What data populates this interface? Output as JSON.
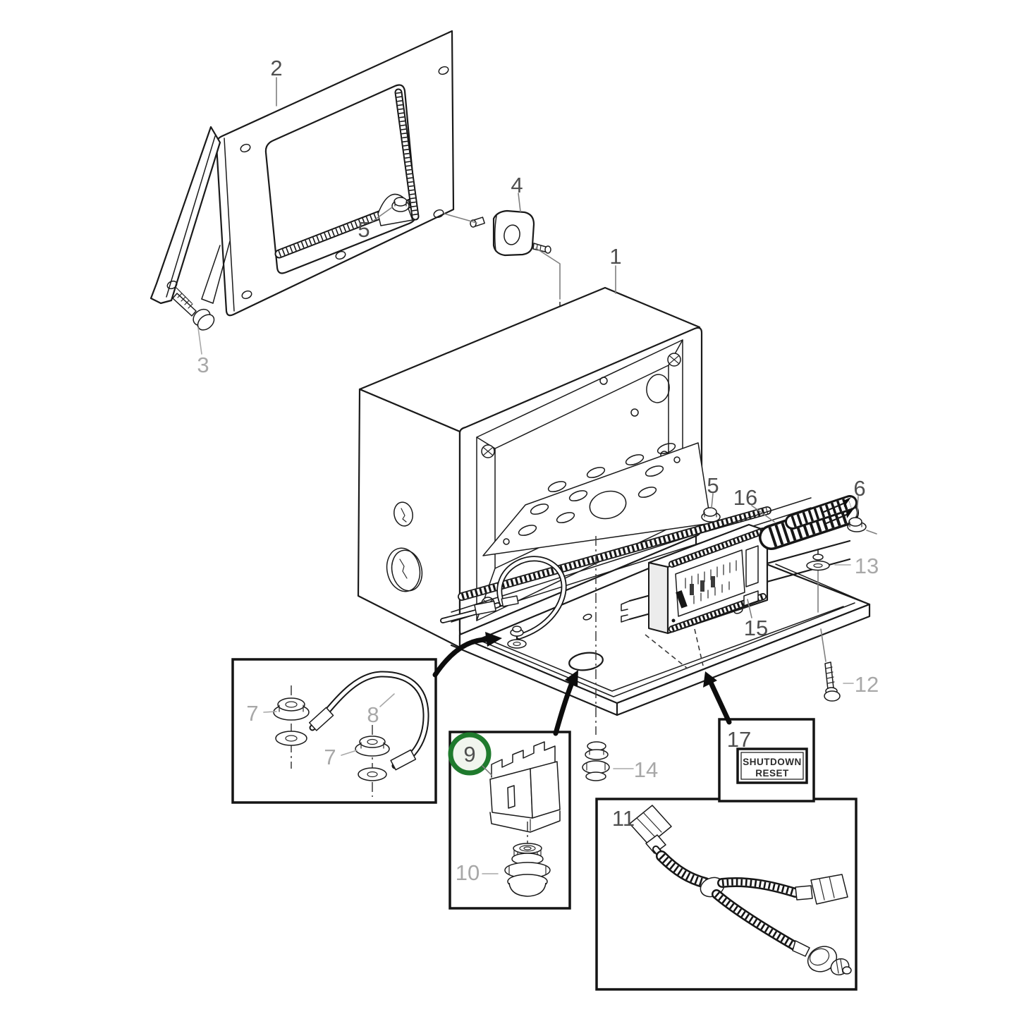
{
  "diagram_type": "exploded-parts-diagram",
  "labels": {
    "p1": "1",
    "p2": "2",
    "p3": "3",
    "p4": "4",
    "p5a": "5",
    "p5b": "5",
    "p6": "6",
    "p7a": "7",
    "p7b": "7",
    "p8": "8",
    "p9": "9",
    "p10": "10",
    "p11": "11",
    "p12": "12",
    "p13": "13",
    "p14": "14",
    "p15": "15",
    "p16": "16",
    "p17": "17"
  },
  "shutdown_box": {
    "line1": "SHUTDOWN",
    "line2": "RESET"
  },
  "colors": {
    "line": "#1a1a1a",
    "label_dark": "#4f4f4f",
    "label_light": "#a8a8a8",
    "highlight_green": "#1f7a2d",
    "highlight_fill": "#f1f5ee",
    "background": "#ffffff"
  }
}
